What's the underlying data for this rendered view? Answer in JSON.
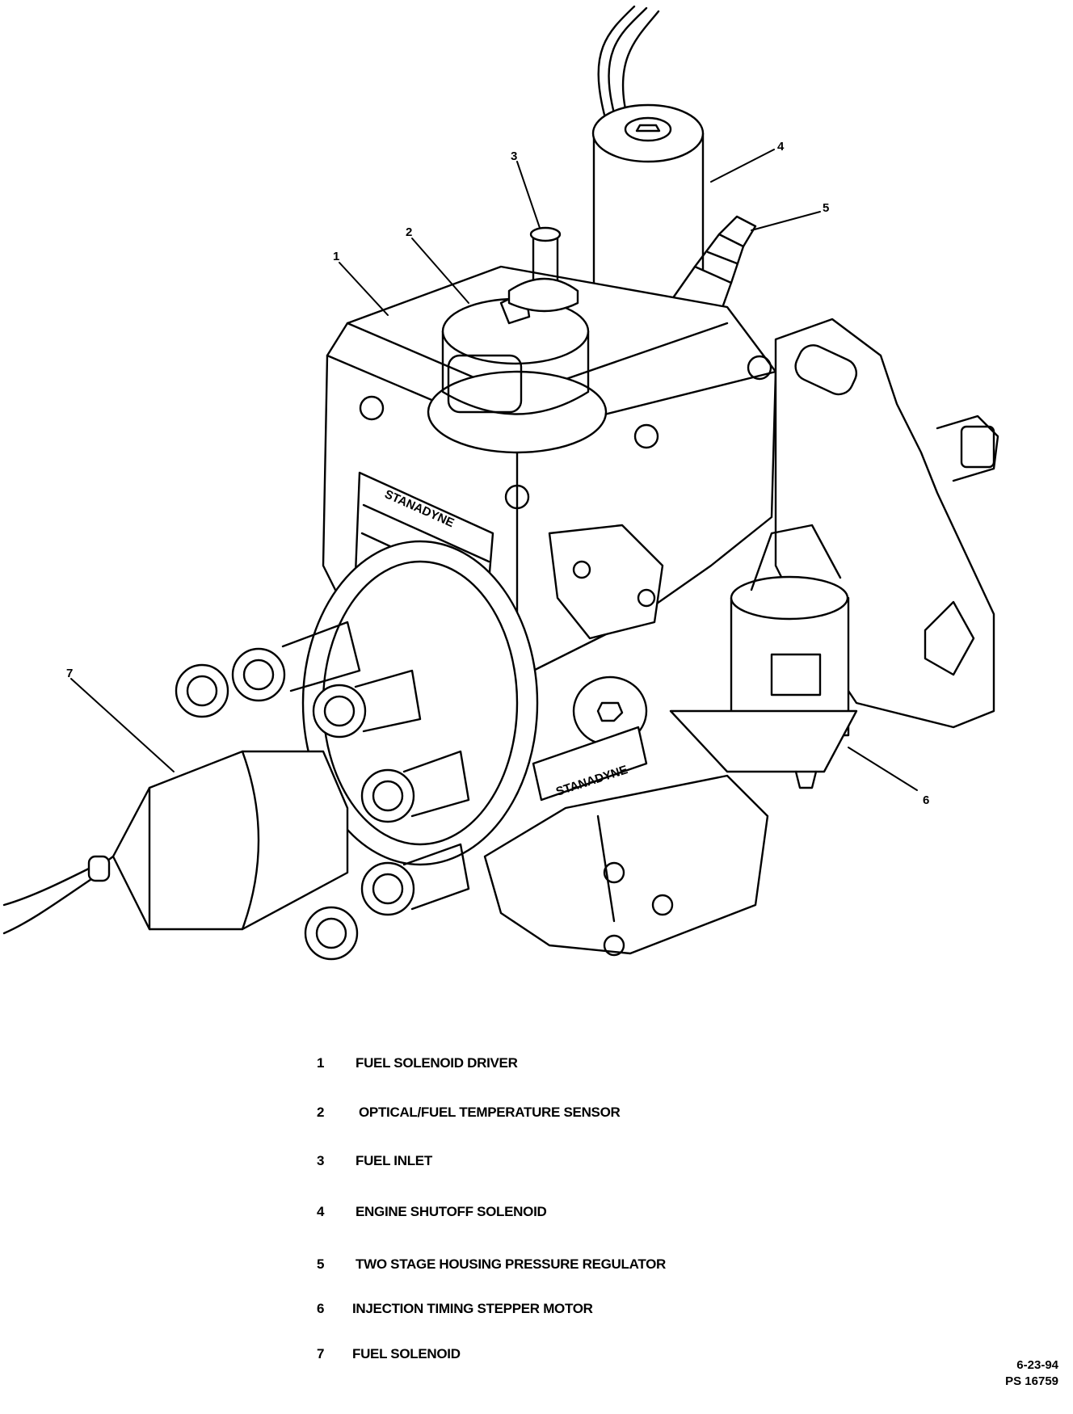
{
  "diagram": {
    "callouts": [
      "1",
      "2",
      "3",
      "4",
      "5",
      "6",
      "7"
    ],
    "nameplate_text": "STANADYNE",
    "lower_badge_text": "STANADYNE"
  },
  "legend": [
    {
      "num": "1",
      "text": "FUEL SOLENOID DRIVER"
    },
    {
      "num": "2",
      "text": "OPTICAL/FUEL TEMPERATURE SENSOR"
    },
    {
      "num": "3",
      "text": "FUEL INLET"
    },
    {
      "num": "4",
      "text": "ENGINE SHUTOFF SOLENOID"
    },
    {
      "num": "5",
      "text": "TWO STAGE HOUSING PRESSURE REGULATOR"
    },
    {
      "num": "6",
      "text": "INJECTION TIMING STEPPER MOTOR"
    },
    {
      "num": "7",
      "text": "FUEL SOLENOID"
    }
  ],
  "stamp": {
    "date": "6-23-94",
    "ps": "PS 16759"
  }
}
